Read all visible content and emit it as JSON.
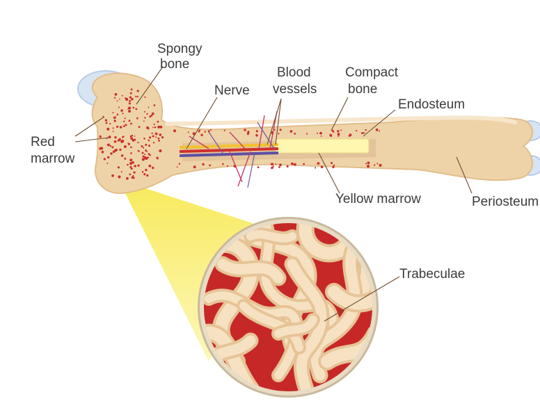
{
  "labels": {
    "spongy_bone": [
      "Spongy",
      "bone"
    ],
    "red_marrow": [
      "Red",
      "marrow"
    ],
    "nerve": "Nerve",
    "blood_vessels": [
      "Blood",
      "vessels"
    ],
    "compact_bone": [
      "Compact",
      "bone"
    ],
    "endosteum": "Endosteum",
    "yellow_marrow": "Yellow marrow",
    "periosteum": "Periosteum",
    "trabeculae": "Trabeculae"
  },
  "colors": {
    "bone": "#efd3a8",
    "bone_light": "#f6e5c8",
    "cartilage": "#d6e4f3",
    "red_marrow": "#c9302c",
    "yellow_marrow": "#fff6b0",
    "zoom_cone": "#fbf07a",
    "nerve": "#f2c22e",
    "artery": "#d0302a",
    "vein": "#5c4fa3",
    "text": "#3b3b3b"
  }
}
